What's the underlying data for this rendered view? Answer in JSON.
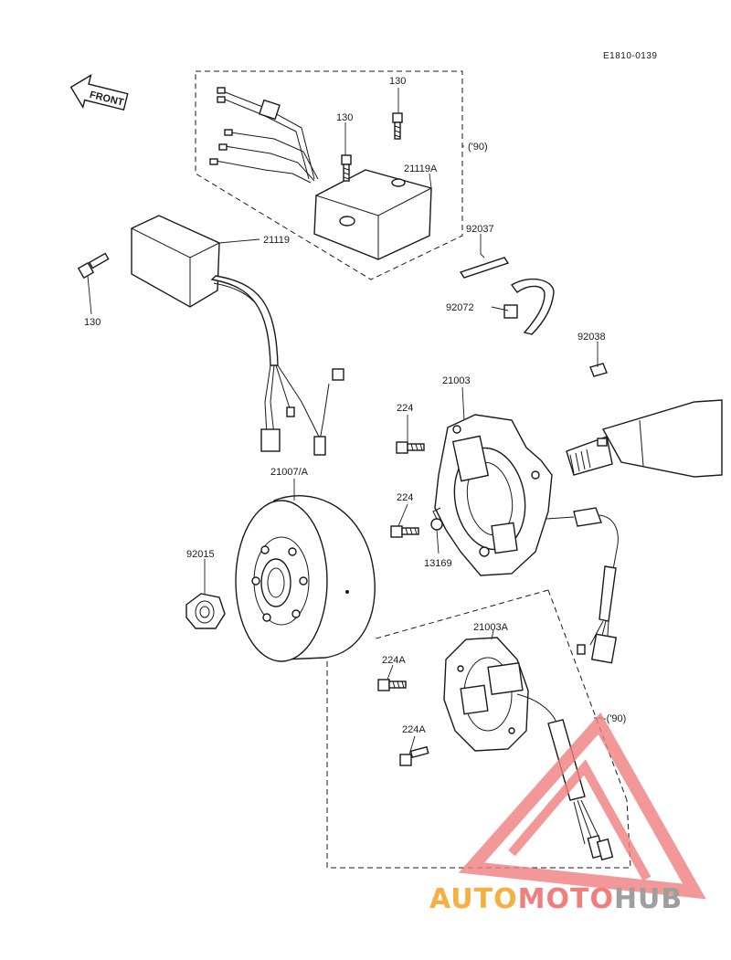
{
  "diagram": {
    "code": "E1810-0139",
    "front_label": "FRONT",
    "labels": {
      "bolt_130_a": "130",
      "bolt_130_b": "130",
      "bolt_130_c": "130",
      "cdi_21119a": "21119A",
      "year_90_a": "('90)",
      "cdi_21119": "21119",
      "p92037": "92037",
      "p92072": "92072",
      "p92038": "92038",
      "stator_21003": "21003",
      "screw_224_a": "224",
      "screw_224_b": "224",
      "p13169": "13169",
      "rotor_21007": "21007/A",
      "nut_92015": "92015",
      "stator_21003a": "21003A",
      "screw_224a_a": "224A",
      "screw_224a_b": "224A",
      "year_90_b": "-('90)"
    }
  },
  "watermark": {
    "part1": "AUTO",
    "part2": "MOTO",
    "part3": "HUB",
    "color1": "#f5b041",
    "color2": "#ef7f7f",
    "color3": "#9e9e9e"
  }
}
